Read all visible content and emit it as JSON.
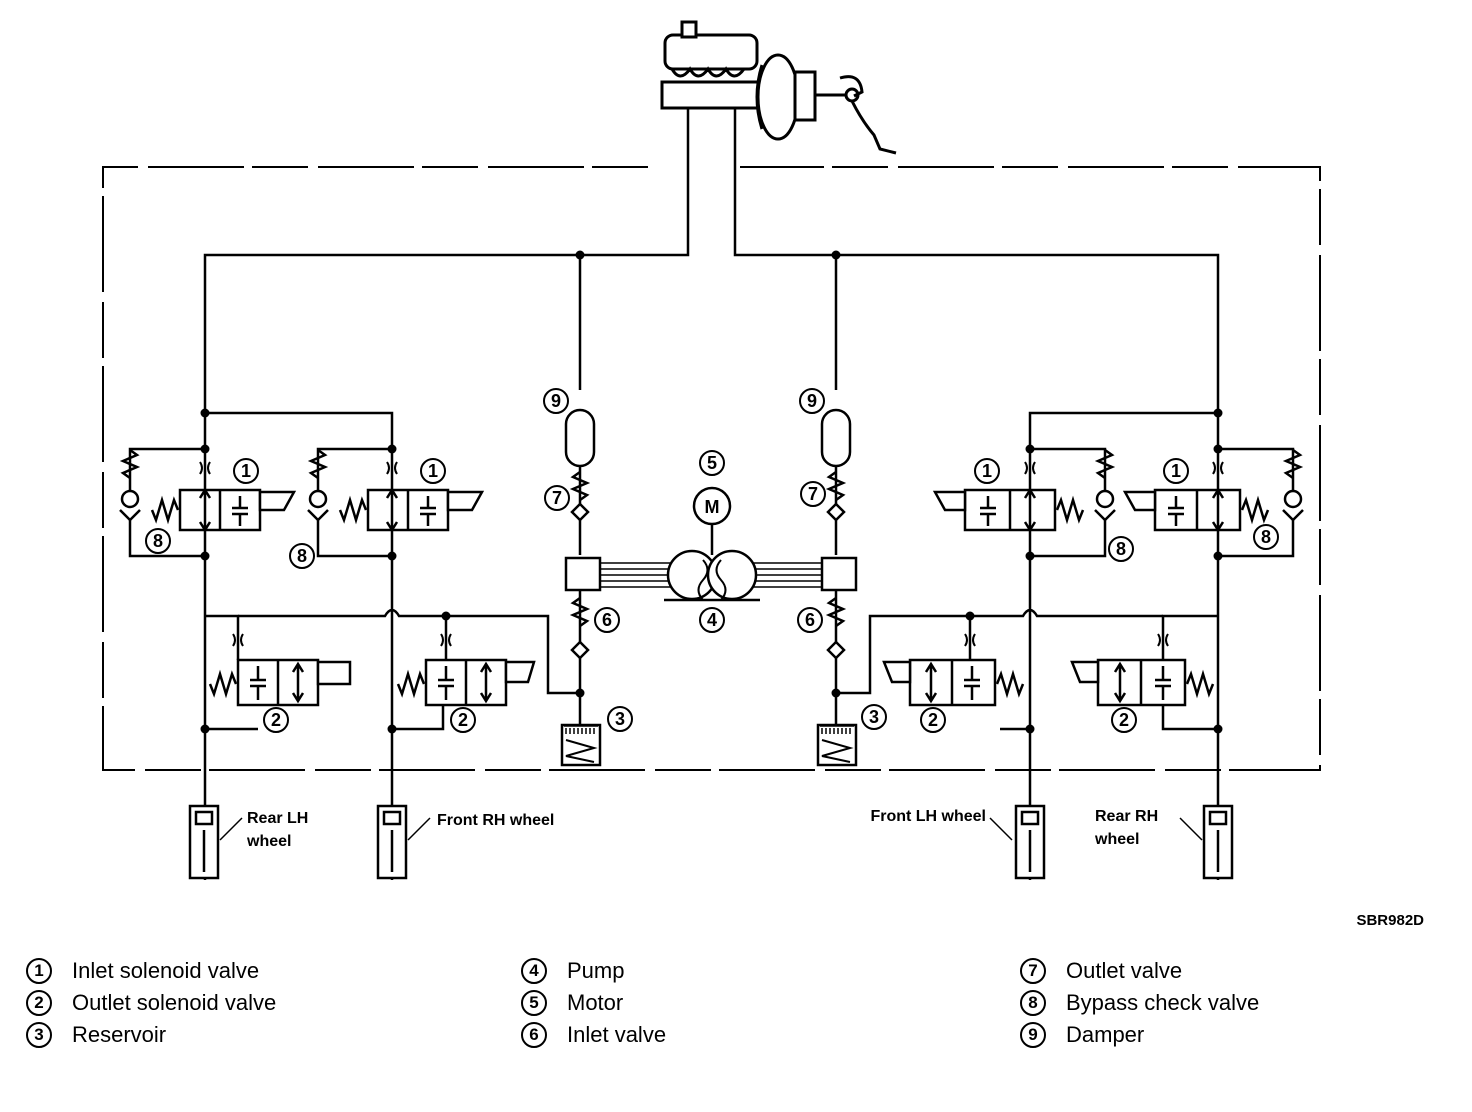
{
  "code": "SBR982D",
  "wheels": {
    "rear_lh": [
      "Rear LH",
      "wheel"
    ],
    "front_rh": "Front RH wheel",
    "front_lh": "Front LH wheel",
    "rear_rh": [
      "Rear RH",
      "wheel"
    ]
  },
  "motor_symbol": "M",
  "callouts": {
    "n1": "1",
    "n2": "2",
    "n3": "3",
    "n4": "4",
    "n5": "5",
    "n6": "6",
    "n7": "7",
    "n8": "8",
    "n9": "9"
  },
  "legend": [
    {
      "num": "1",
      "label": "Inlet solenoid valve"
    },
    {
      "num": "2",
      "label": "Outlet solenoid valve"
    },
    {
      "num": "3",
      "label": "Reservoir"
    },
    {
      "num": "4",
      "label": "Pump"
    },
    {
      "num": "5",
      "label": "Motor"
    },
    {
      "num": "6",
      "label": "Inlet valve"
    },
    {
      "num": "7",
      "label": "Outlet valve"
    },
    {
      "num": "8",
      "label": "Bypass check valve"
    },
    {
      "num": "9",
      "label": "Damper"
    }
  ]
}
